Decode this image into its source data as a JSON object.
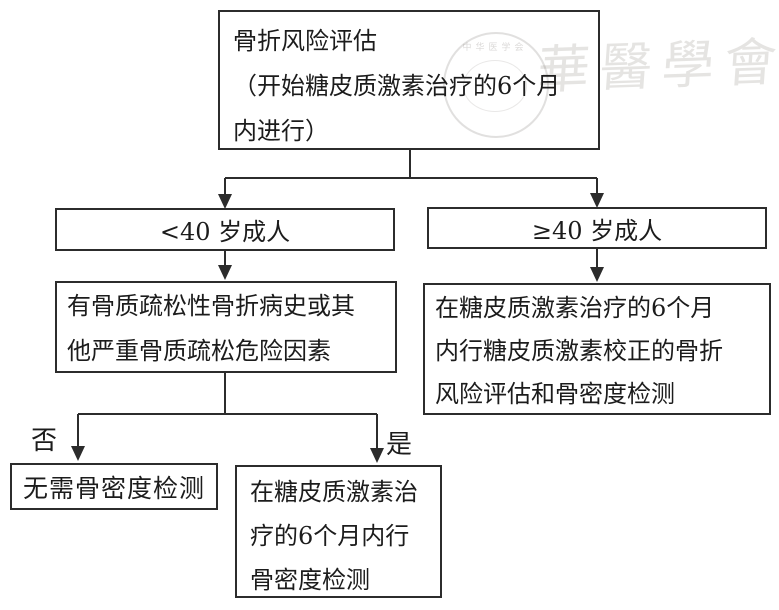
{
  "page": {
    "background": "#ffffff",
    "line_color": "#2c2c2c",
    "text_color": "#1c1c1c"
  },
  "watermark": {
    "seal_marks": "中华医学会",
    "script_text": "華醫學會"
  },
  "labels": {
    "no": "否",
    "yes": "是"
  },
  "nodes": {
    "root": {
      "line1": "骨折风险评估",
      "line2": "（开始糖皮质激素治疗的6个月",
      "line3": "内进行）"
    },
    "under40": {
      "text": "<40 岁成人"
    },
    "over40": {
      "text": "≥40 岁成人"
    },
    "risk_history": {
      "line1": "有骨质疏松性骨折病史或其",
      "line2": "他严重骨质疏松危险因素"
    },
    "corrected_assessment": {
      "line1": "在糖皮质激素治疗的6个月",
      "line2": "内行糖皮质激素校正的骨折",
      "line3": "风险评估和骨密度检测"
    },
    "no_bmd": {
      "text": "无需骨密度检测"
    },
    "do_bmd": {
      "line1": "在糖皮质激素治",
      "line2": "疗的6个月内行",
      "line3": "骨密度检测"
    }
  }
}
